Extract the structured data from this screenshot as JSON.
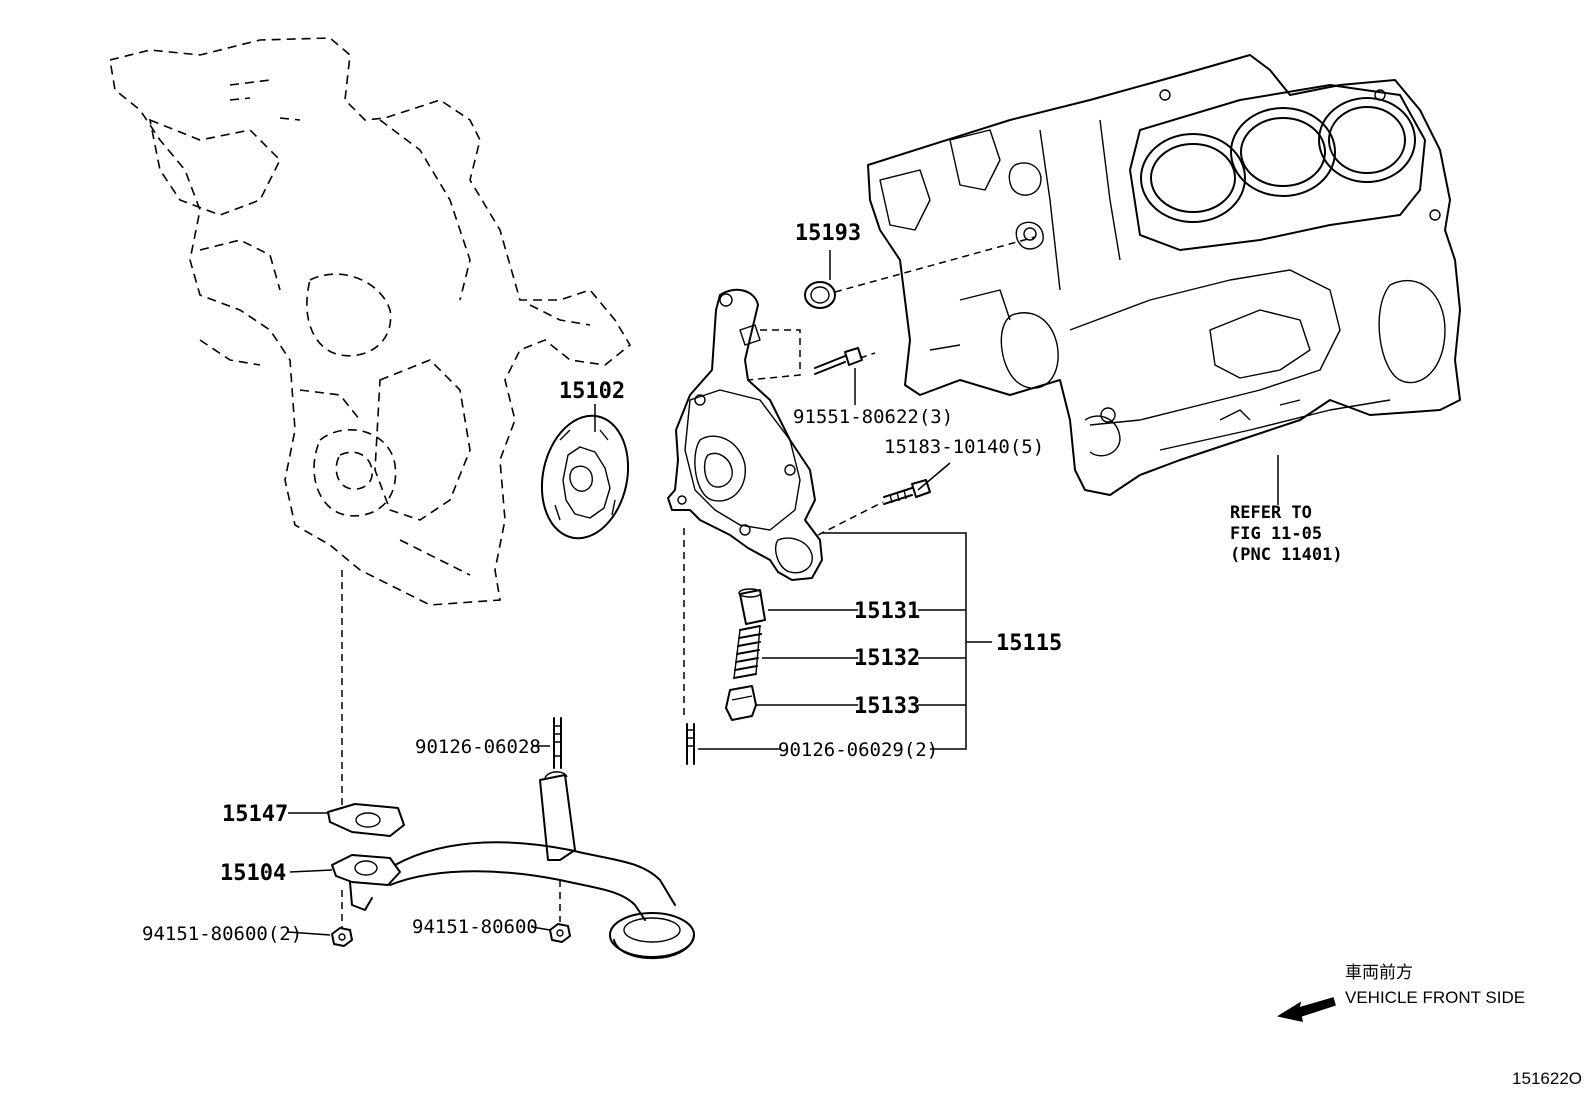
{
  "part_labels": {
    "p15193": "15193",
    "p15102": "15102",
    "p91551": "91551-80622(3)",
    "p15183": "15183-10140(5)",
    "p15131": "15131",
    "p15132": "15132",
    "p15133": "15133",
    "p15115": "15115",
    "p90126_29": "90126-06029(2)",
    "p90126_28": "90126-06028",
    "p15147": "15147",
    "p15104": "15104",
    "p94151_2": "94151-80600(2)",
    "p94151": "94151-80600"
  },
  "refer_note": {
    "line1": "REFER TO",
    "line2": "FIG 11-05",
    "line3": "(PNC 11401)"
  },
  "direction": {
    "japanese": "車両前方",
    "english": "VEHICLE FRONT SIDE"
  },
  "illustration_code": "151622O"
}
